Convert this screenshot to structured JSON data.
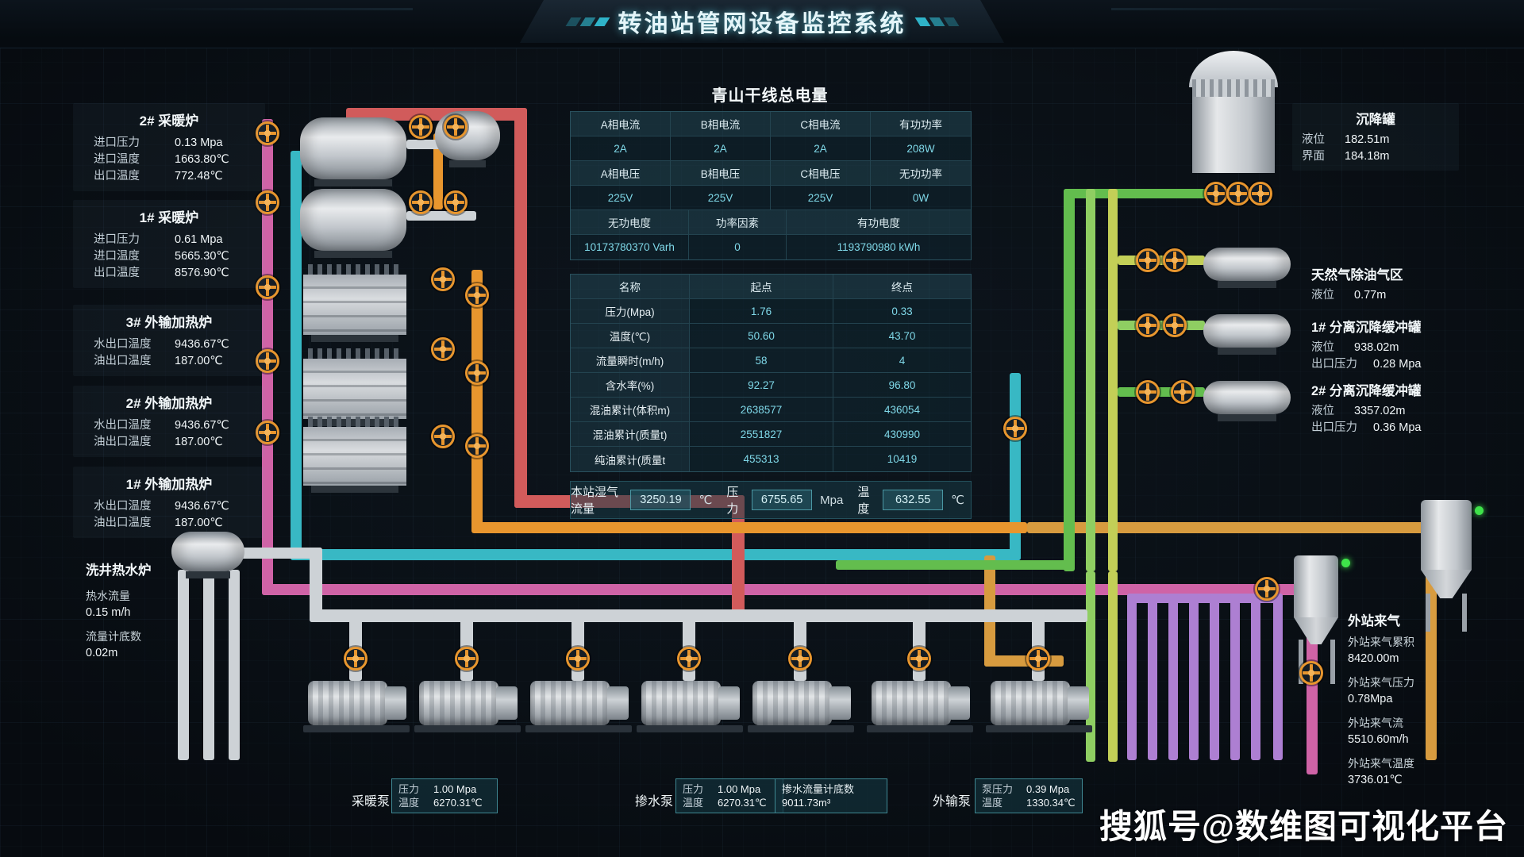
{
  "colors": {
    "pink": "#cf63a6",
    "teal": "#38b8c4",
    "red": "#d15b5b",
    "orange": "#e8962e",
    "gold": "#d79b3f",
    "green": "#63bd4e",
    "lightgreen": "#8fce62",
    "yellowgreen": "#c3cf57",
    "purple": "#ad7fd2",
    "graypipe": "#cdd2d6",
    "accent": "#2fb3c9",
    "cyantext": "#7fd8e8"
  },
  "header": {
    "title": "转油站管网设备监控系统"
  },
  "furnaces": [
    {
      "title": "2# 采暖炉",
      "rows": [
        [
          "进口压力",
          "0.13 Mpa"
        ],
        [
          "进口温度",
          "1663.80℃"
        ],
        [
          "出口温度",
          "772.48℃"
        ]
      ]
    },
    {
      "title": "1# 采暖炉",
      "rows": [
        [
          "进口压力",
          "0.61 Mpa"
        ],
        [
          "进口温度",
          "5665.30℃"
        ],
        [
          "出口温度",
          "8576.90℃"
        ]
      ]
    },
    {
      "title": "3# 外输加热炉",
      "rows": [
        [
          "水出口温度",
          "9436.67℃"
        ],
        [
          "油出口温度",
          "187.00℃"
        ]
      ]
    },
    {
      "title": "2# 外输加热炉",
      "rows": [
        [
          "水出口温度",
          "9436.67℃"
        ],
        [
          "油出口温度",
          "187.00℃"
        ]
      ]
    },
    {
      "title": "1# 外输加热炉",
      "rows": [
        [
          "水出口温度",
          "9436.67℃"
        ],
        [
          "油出口温度",
          "187.00℃"
        ]
      ]
    },
    {
      "title": "洗井热水炉",
      "rows": [
        [
          "热水流量",
          "0.15 m/h"
        ],
        [
          "流量计底数",
          "0.02m"
        ]
      ]
    }
  ],
  "power": {
    "title": "青山干线总电量",
    "rows": [
      [
        "A相电流",
        "B相电流",
        "C相电流",
        "有功功率"
      ],
      [
        "2A",
        "2A",
        "2A",
        "208W"
      ],
      [
        "A相电压",
        "B相电压",
        "C相电压",
        "无功功率"
      ],
      [
        "225V",
        "225V",
        "225V",
        "0W"
      ],
      [
        "无功电度",
        "功率因素",
        "有功电度"
      ],
      [
        "10173780370 Varh",
        "0",
        "1193790980 kWh"
      ]
    ]
  },
  "metrics": {
    "headers": [
      "名称",
      "起点",
      "终点"
    ],
    "rows": [
      [
        "压力(Mpa)",
        "1.76",
        "0.33"
      ],
      [
        "温度(℃)",
        "50.60",
        "43.70"
      ],
      [
        "流量瞬时(m/h)",
        "58",
        "4"
      ],
      [
        "含水率(%)",
        "92.27",
        "96.80"
      ],
      [
        "混油累计(体积m)",
        "2638577",
        "436054"
      ],
      [
        "混油累计(质量t)",
        "2551827",
        "430990"
      ],
      [
        "纯油累计(质量t",
        "455313",
        "10419"
      ]
    ]
  },
  "station": {
    "label1": "本站湿气流量",
    "v1": "3250.19",
    "u1": "℃",
    "label2": "压力",
    "v2": "6755.65",
    "u2": "Mpa",
    "label3": "温度",
    "v3": "632.55",
    "u3": "℃"
  },
  "right_cards": [
    {
      "title": "沉降罐",
      "rows": [
        [
          "液位",
          "182.51m"
        ],
        [
          "界面",
          "184.18m"
        ]
      ]
    },
    {
      "title": "天然气除油气区",
      "rows": [
        [
          "液位",
          "0.77m"
        ]
      ]
    },
    {
      "title": "1# 分离沉降缓冲罐",
      "rows": [
        [
          "液位",
          "938.02m"
        ],
        [
          "出口压力",
          "0.28 Mpa"
        ]
      ]
    },
    {
      "title": "2# 分离沉降缓冲罐",
      "rows": [
        [
          "液位",
          "3357.02m"
        ],
        [
          "出口压力",
          "0.36 Mpa"
        ]
      ]
    }
  ],
  "external": {
    "title": "外站来气",
    "rows": [
      [
        "外站来气累积",
        "8420.00m"
      ],
      [
        "外站来气压力",
        "0.78Mpa"
      ],
      [
        "外站来气流",
        "5510.60m/h"
      ],
      [
        "外站来气温度",
        "3736.01℃"
      ]
    ]
  },
  "pumps": {
    "p1": {
      "name": "采暖泵",
      "rows": [
        [
          "压力",
          "1.00 Mpa"
        ],
        [
          "温度",
          "6270.31℃"
        ]
      ]
    },
    "p2": {
      "name": "掺水泵",
      "rows": [
        [
          "压力",
          "1.00 Mpa"
        ],
        [
          "温度",
          "6270.31℃"
        ]
      ]
    },
    "meter": {
      "label": "掺水流量计底数",
      "value": "9011.73m³"
    },
    "p3": {
      "name": "外输泵",
      "rows": [
        [
          "泵压力",
          "0.39 Mpa"
        ],
        [
          "温度",
          "1330.34℃"
        ]
      ]
    }
  },
  "watermark": "搜狐号@数维图可视化平台"
}
